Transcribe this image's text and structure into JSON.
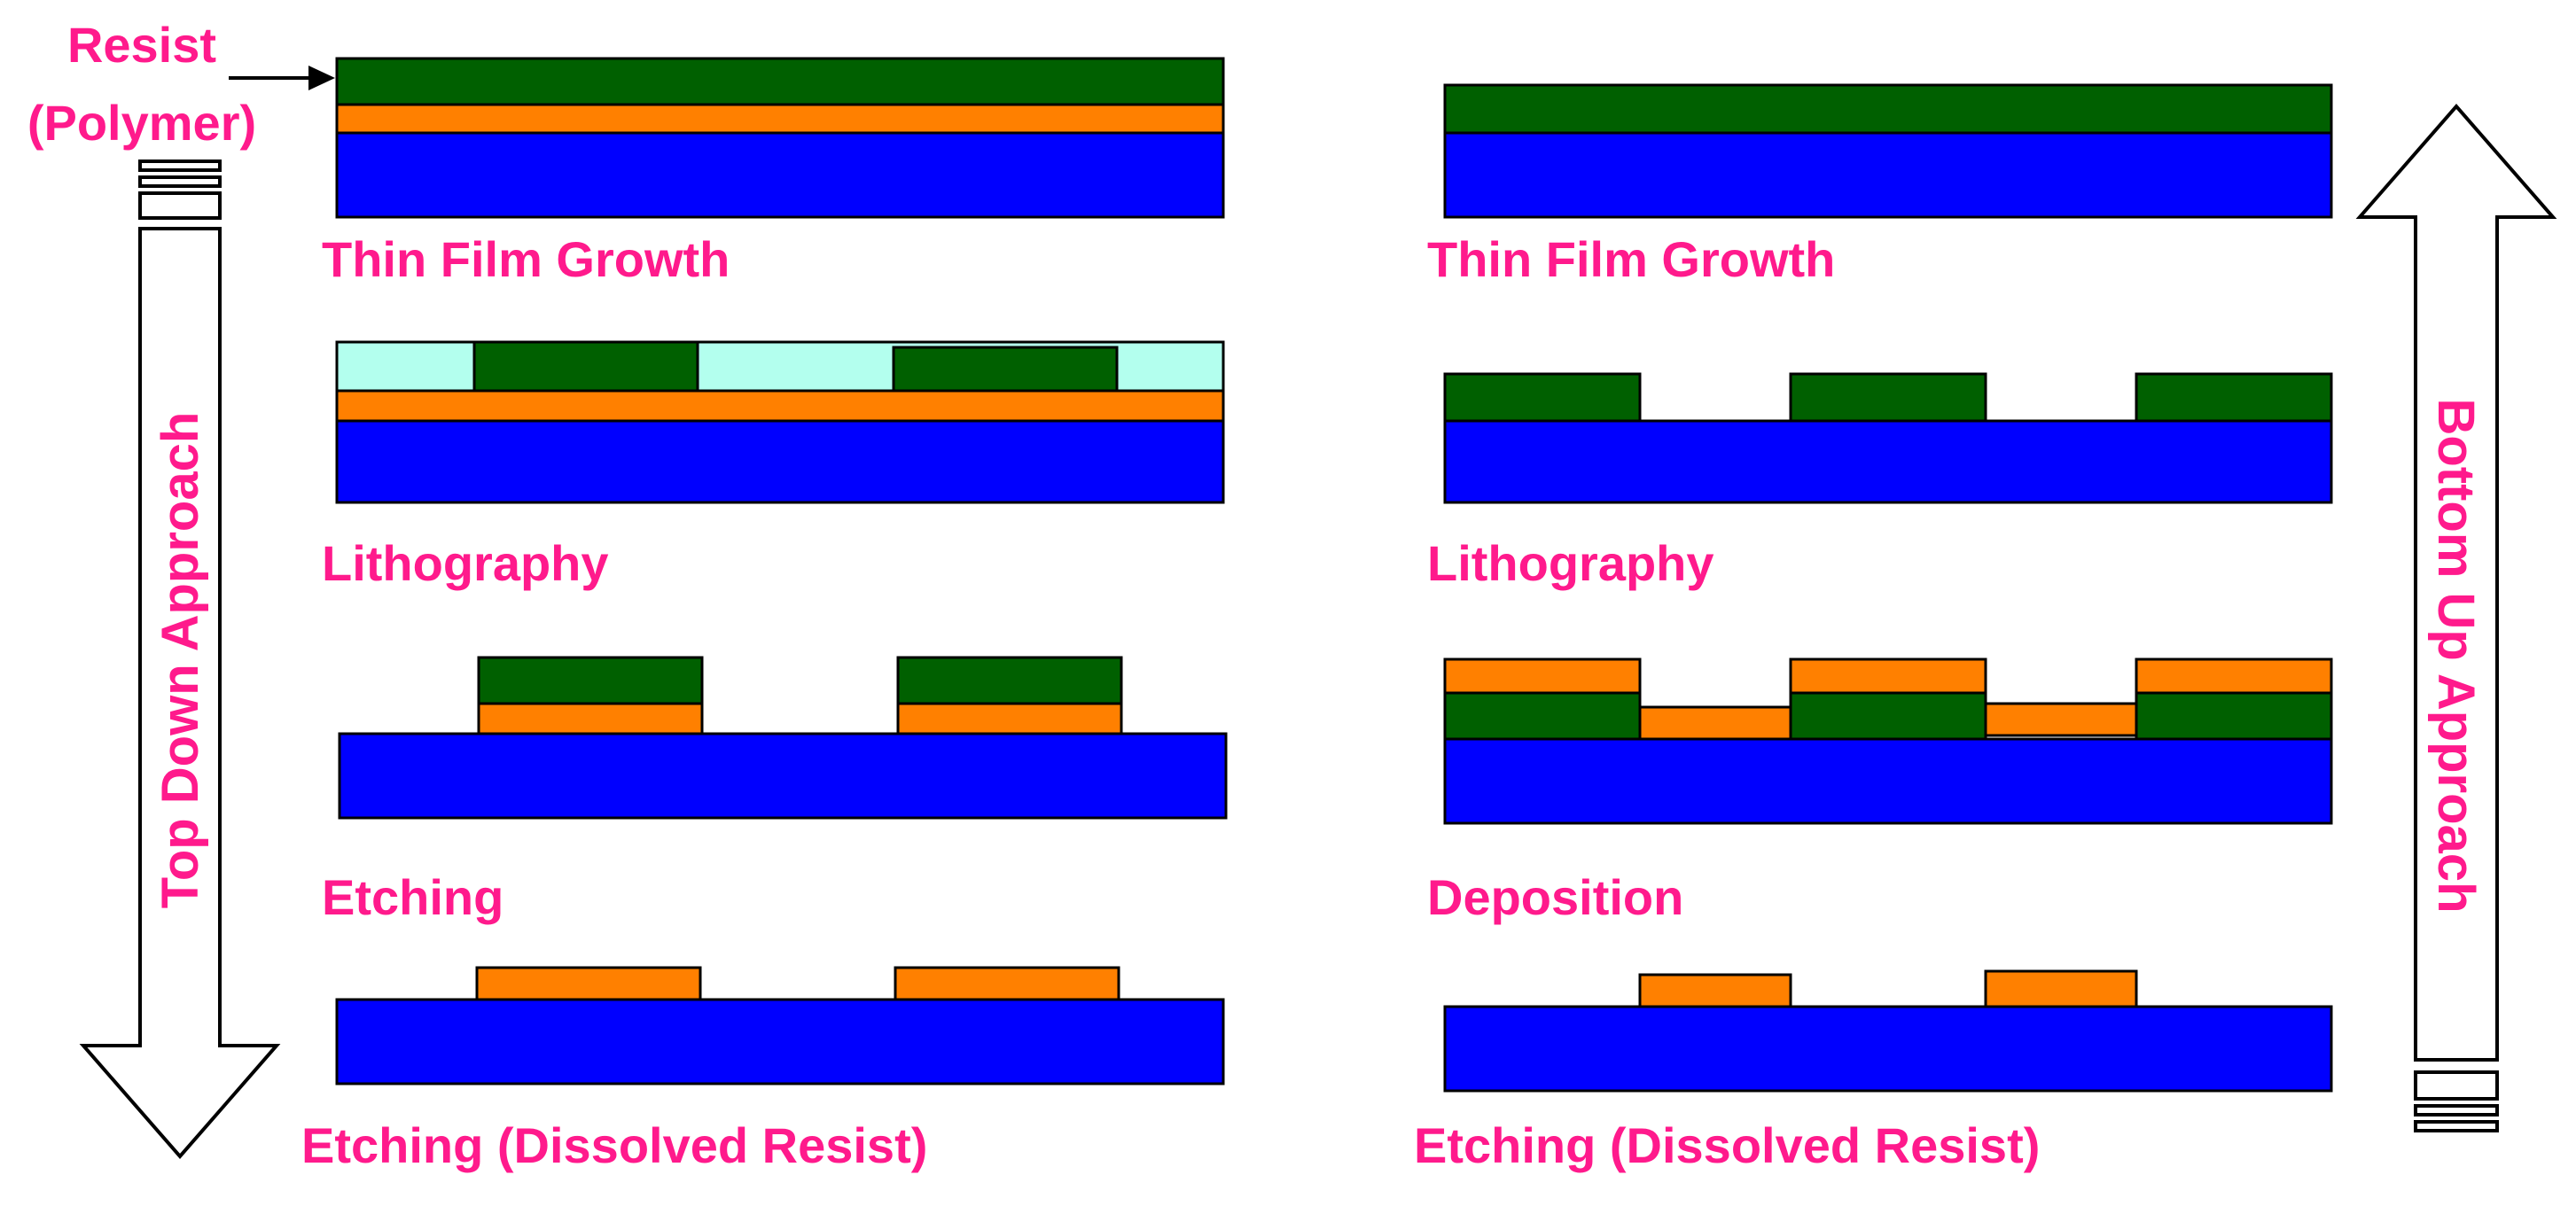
{
  "colors": {
    "substrate": "#0000ff",
    "resist": "#006000",
    "film": "#ff8000",
    "exposed_resist": "#b3ffee",
    "label": "#ff1a8c"
  },
  "resist_label": {
    "line1": "Resist",
    "line2": "(Polymer)"
  },
  "top_down": {
    "arrow_label": "Top Down Approach",
    "steps": [
      {
        "label": "Thin Film Growth"
      },
      {
        "label": "Lithography"
      },
      {
        "label": "Etching"
      },
      {
        "label": "Etching (Dissolved Resist)"
      }
    ]
  },
  "bottom_up": {
    "arrow_label": "Bottom Up Approach",
    "steps": [
      {
        "label": "Thin Film Growth"
      },
      {
        "label": "Lithography"
      },
      {
        "label": "Deposition"
      },
      {
        "label": "Etching (Dissolved Resist)"
      }
    ]
  }
}
